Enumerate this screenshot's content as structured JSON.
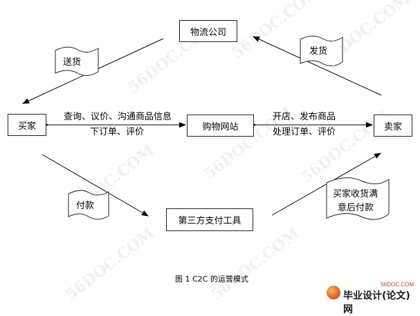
{
  "nodes": {
    "logistics": "物流公司",
    "buyer": "买家",
    "platform": "购物网站",
    "seller": "卖家",
    "payment": "第三方支付工具"
  },
  "flags": {
    "deliver": "送货",
    "ship": "发货",
    "pay": "付款",
    "confirm_line1": "买家收货满",
    "confirm_line2": "意后付款"
  },
  "edges": {
    "buyer_platform_line1": "查询、议价、沟通商品信息",
    "buyer_platform_line2": "下订单、评价",
    "seller_platform_line1": "开店、发布商品",
    "seller_platform_line2": "处理订单、评价"
  },
  "caption": "图 1 C2C 的运营模式",
  "watermark": "56DOC.COM",
  "brand": {
    "site": "56DOC.COM",
    "name": "毕业设计(论文)网"
  }
}
